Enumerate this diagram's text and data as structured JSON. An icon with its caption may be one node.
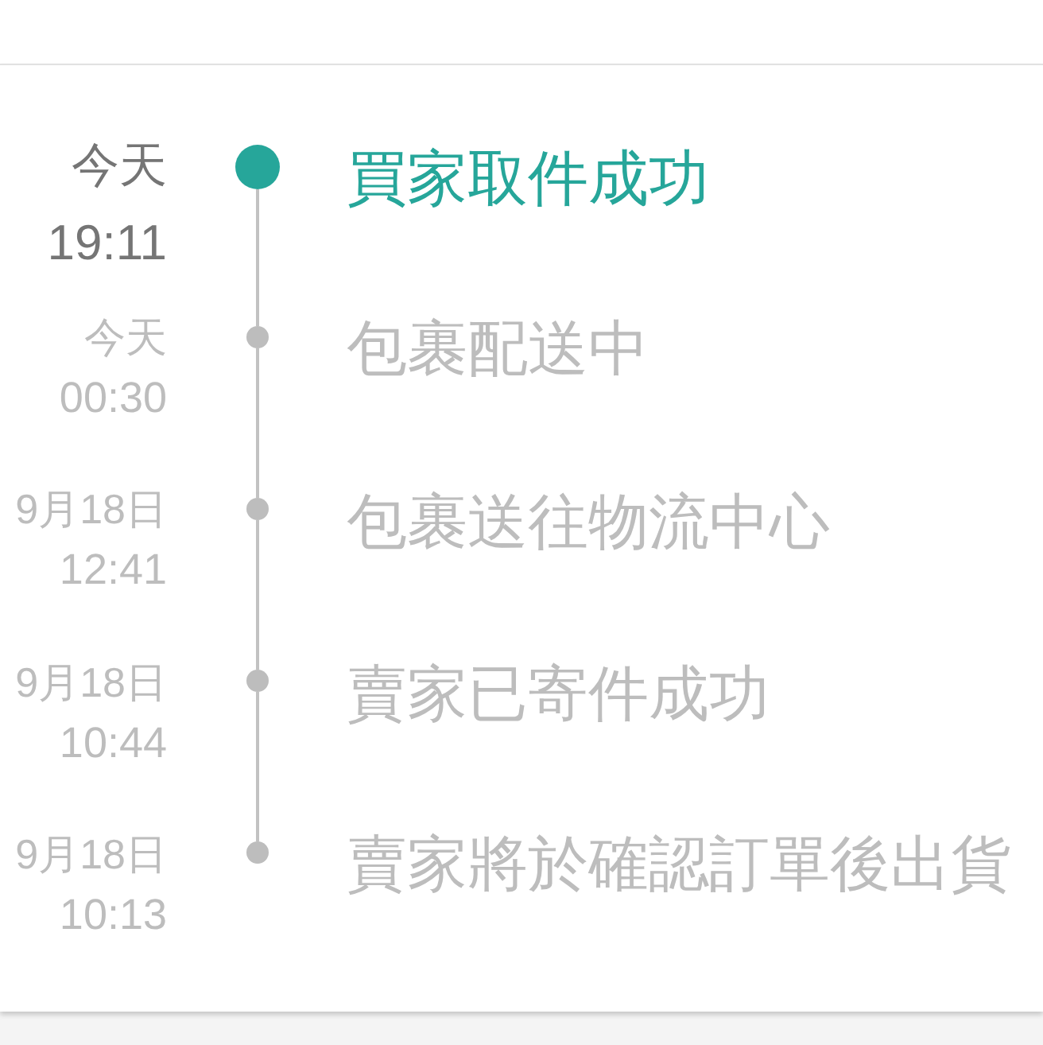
{
  "diagram": {
    "nodes": [
      {
        "text": [],
        "shape": "circle",
        "beside": [
          "今天",
          "19:11",
          "買家取件成功"
        ]
      },
      {
        "text": [],
        "shape": "circle",
        "beside": [
          "今天",
          "00:30",
          "包裹配送中"
        ]
      },
      {
        "text": [],
        "shape": "circle",
        "beside": [
          "9月18日",
          "12:41",
          "包裹送往物流中心"
        ]
      },
      {
        "text": [],
        "shape": "circle",
        "beside": [
          "9月18日",
          "10:44",
          "賣家已寄件成功"
        ]
      },
      {
        "text": [],
        "shape": "circle",
        "beside": [
          "9月18日",
          "10:13",
          "賣家將於確認訂單後出貨"
        ]
      }
    ],
    "edges": [
      {
        "from": 0,
        "to": 1,
        "arrow": "none"
      },
      {
        "from": 1,
        "to": 2,
        "arrow": "none"
      },
      {
        "from": 2,
        "to": 3,
        "arrow": "none"
      },
      {
        "from": 3,
        "to": 4,
        "arrow": "none"
      }
    ]
  }
}
